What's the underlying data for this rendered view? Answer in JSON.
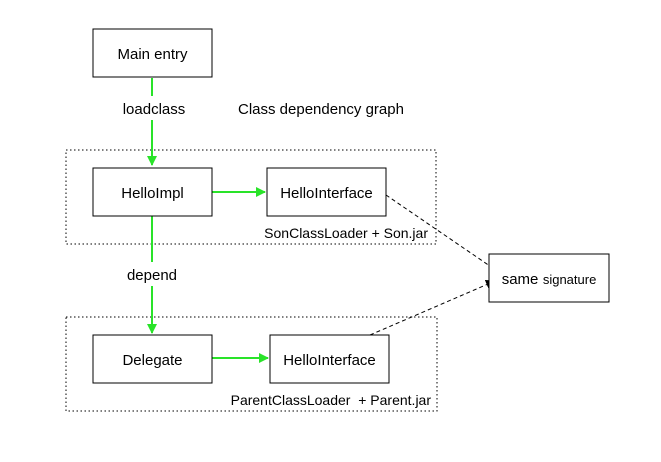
{
  "diagram": {
    "title": "Class dependency graph",
    "nodes": {
      "main_entry": "Main entry",
      "hello_impl": "HelloImpl",
      "son_hello_interface": "HelloInterface",
      "delegate": "Delegate",
      "parent_hello_interface": "HelloInterface",
      "same_signature": {
        "word": "same",
        "suffix": "signature"
      }
    },
    "edge_labels": {
      "loadclass": "loadclass",
      "depend": "depend"
    },
    "groups": {
      "son": "SonClassLoader + Son.jar",
      "parent": "ParentClassLoader  + Parent.jar"
    },
    "colors": {
      "arrow_green": "#29e329",
      "box_border": "#000000",
      "dashed_arrow": "#000000"
    }
  }
}
